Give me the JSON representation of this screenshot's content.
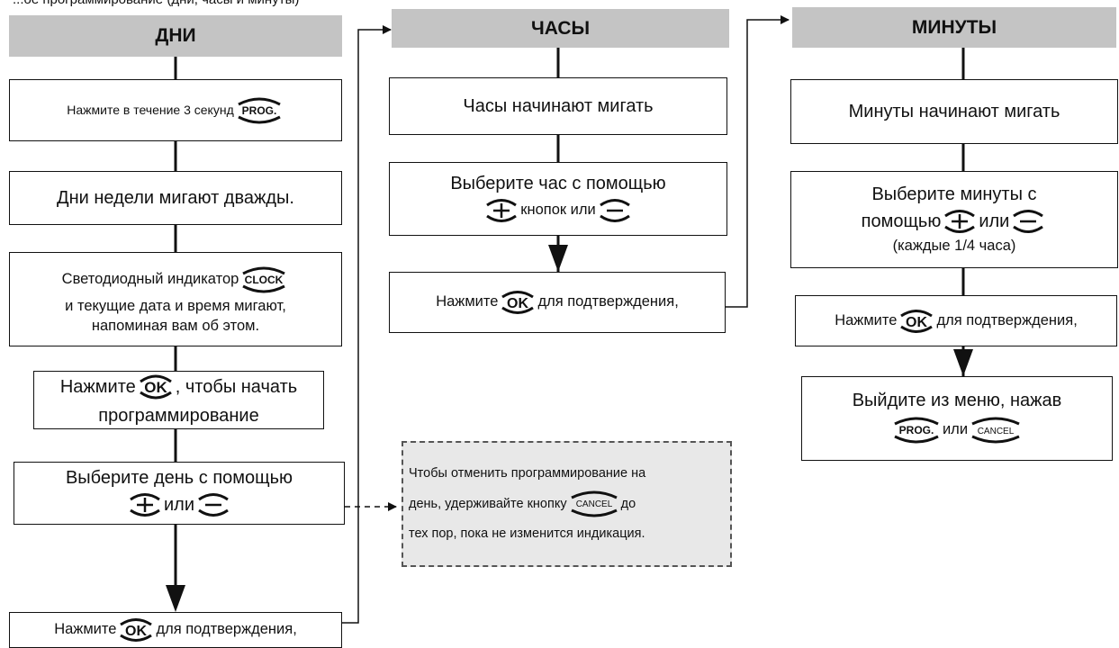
{
  "top_caption": "...ое программирование (дни, часы и минуты)",
  "columns": {
    "days": {
      "title": "ДНИ",
      "step1": {
        "text": "Нажмите в течение 3 секунд",
        "button": "PROG."
      },
      "step2": {
        "text": "Дни недели мигают дважды."
      },
      "step3": {
        "line1": "Светодиодный индикатор",
        "button": "CLOCK",
        "line2": "и текущие дата и время мигают,",
        "line3": "напоминая вам об этом."
      },
      "step4": {
        "before": "Нажмите",
        "button": "OK",
        "after": ", чтобы начать",
        "line2": "программирование"
      },
      "step5": {
        "line1": "Выберите день с помощью",
        "plus": "+",
        "or": "или",
        "minus": "−"
      },
      "step6": {
        "before": "Нажмите",
        "button": "OK",
        "after": "для подтверждения,"
      }
    },
    "hours": {
      "title": "ЧАСЫ",
      "step1": {
        "text": "Часы начинают мигать"
      },
      "step2": {
        "line1": "Выберите час с помощью",
        "plus": "+",
        "middle": "кнопок или",
        "minus": "−"
      },
      "step3": {
        "before": "Нажмите",
        "button": "OK",
        "after": "для подтверждения,"
      }
    },
    "minutes": {
      "title": "МИНУТЫ",
      "step1": {
        "text": "Минуты начинают мигать"
      },
      "step2": {
        "line1": "Выберите минуты с",
        "before": "помощью",
        "plus": "+",
        "or": "или",
        "minus": "−",
        "line3": "(каждые 1/4 часа)"
      },
      "step3": {
        "before": "Нажмите",
        "button": "OK",
        "after": "для подтверждения,"
      },
      "step4": {
        "line1": "Выйдите из меню, нажав",
        "button1": "PROG.",
        "or": "или",
        "button2": "CANCEL"
      }
    }
  },
  "note": {
    "line1": "Чтобы отменить программирование на",
    "line2_before": "день, удерживайте кнопку",
    "button": "CANCEL",
    "line2_after": "до",
    "line3": "тех пор, пока не изменится индикация."
  },
  "colors": {
    "header_bg": "#c4c4c4",
    "note_bg": "#e8e8e8",
    "line": "#111111"
  },
  "icons": {
    "ok_button": "ok-button-icon",
    "prog_button": "prog-button-icon",
    "clock_button": "clock-button-icon",
    "cancel_button": "cancel-button-icon",
    "plus_button": "plus-button-icon",
    "minus_button": "minus-button-icon"
  }
}
